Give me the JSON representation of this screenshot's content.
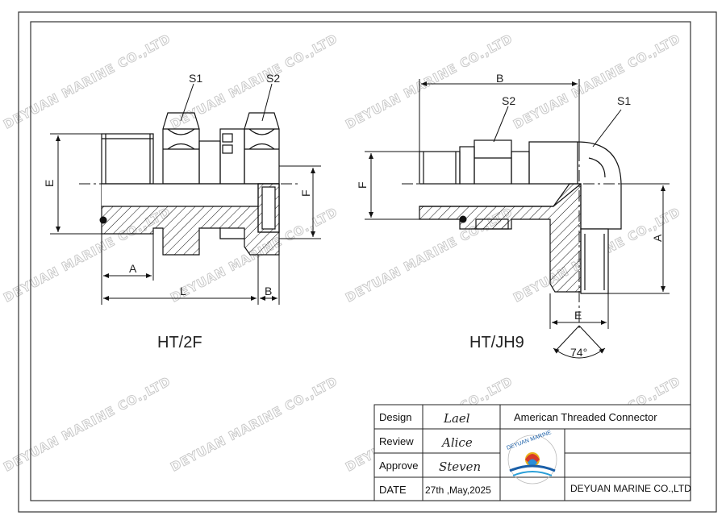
{
  "watermark": "DEYUAN MARINE CO.,LTD",
  "left_drawing": {
    "title": "HT/2F",
    "labels": {
      "s1": "S1",
      "s2": "S2",
      "e": "E",
      "f": "F",
      "a": "A",
      "l": "L",
      "b": "B"
    }
  },
  "right_drawing": {
    "title": "HT/JH9",
    "labels": {
      "b": "B",
      "s2": "S2",
      "s1": "S1",
      "f": "F",
      "a": "A",
      "e": "E"
    },
    "angle": "74°"
  },
  "title_block": {
    "rows": [
      {
        "role": "Design",
        "signature": "Lael"
      },
      {
        "role": "Review",
        "signature": "Alice"
      },
      {
        "role": "Approve",
        "signature": "Steven"
      },
      {
        "role": "DATE",
        "signature": "27th ,May,2025"
      }
    ],
    "product": "American Threaded Connector",
    "logo_text": "DEYUAN MARINE",
    "company": "DEYUAN MARINE CO.,LTD"
  }
}
